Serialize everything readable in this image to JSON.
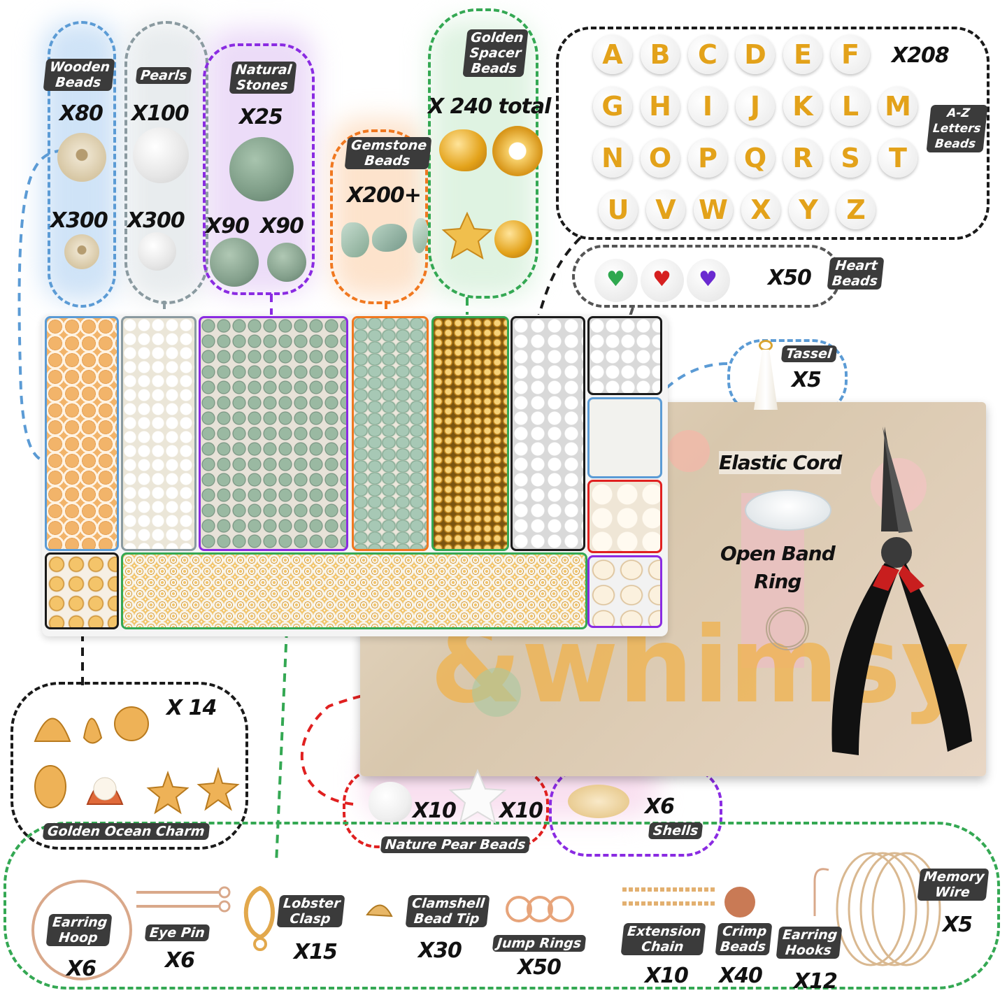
{
  "groups": {
    "wooden": {
      "label": "Wooden\nBeads",
      "qty_large": "X80",
      "qty_small": "X300"
    },
    "pearls": {
      "label": "Pearls",
      "qty_large": "X100",
      "qty_small": "X300"
    },
    "stones": {
      "label": "Natural\nStones",
      "qty_large": "X25",
      "qty_mid1": "X90",
      "qty_mid2": "X90"
    },
    "gemstone": {
      "label": "Gemstone\nBeads",
      "qty": "X200+"
    },
    "spacer": {
      "label": "Golden\nSpacer\nBeads",
      "qty": "X 240 total"
    },
    "letters": {
      "label": "A-Z\nLetters\nBeads",
      "qty": "X208",
      "chars": [
        "A",
        "B",
        "C",
        "D",
        "E",
        "F",
        "G",
        "H",
        "I",
        "J",
        "K",
        "L",
        "M",
        "N",
        "O",
        "P",
        "Q",
        "R",
        "S",
        "T",
        "U",
        "V",
        "W",
        "X",
        "Y",
        "Z"
      ]
    },
    "heart": {
      "label": "Heart\nBeads",
      "qty": "X50"
    },
    "tassel": {
      "label": "Tassel",
      "qty": "X5"
    },
    "box_items": {
      "elastic": "Elastic Cord",
      "ring": "Open Band\nRing",
      "box_text": "&whimsy"
    },
    "ocean": {
      "label": "Golden Ocean Charm",
      "qty": "X 14"
    },
    "pear": {
      "label": "Nature Pear Beads",
      "qty1": "X10",
      "qty2": "X10"
    },
    "shells": {
      "label": "Shells",
      "qty": "X6"
    },
    "findings": [
      {
        "label": "Earring\nHoop",
        "qty": "X6"
      },
      {
        "label": "Eye Pin",
        "qty": "X6"
      },
      {
        "label": "Lobster\nClasp",
        "qty": "X15"
      },
      {
        "label": "Clamshell\nBead Tip",
        "qty": "X30"
      },
      {
        "label": "Jump Rings",
        "qty": "X50"
      },
      {
        "label": "Extension\nChain",
        "qty": "X10"
      },
      {
        "label": "Crimp\nBeads",
        "qty": "X40"
      },
      {
        "label": "Earring\nHooks",
        "qty": "X12"
      },
      {
        "label": "Memory\nWire",
        "qty": "X5"
      }
    ]
  },
  "colors": {
    "blue": "#5b9bd5",
    "gray": "#8a9aa0",
    "purple": "#8a2be2",
    "orange": "#f07820",
    "green": "#34a853",
    "black": "#1a1a1a",
    "red": "#e02020",
    "gold": "#e3a21a"
  }
}
